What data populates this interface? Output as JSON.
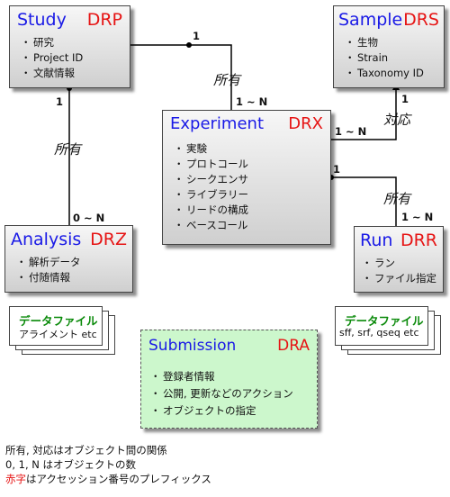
{
  "boxes": {
    "study": {
      "title": "Study",
      "prefix": "DRP",
      "items": [
        "研究",
        "Project ID",
        "文献情報"
      ]
    },
    "sample": {
      "title": "Sample",
      "prefix": "DRS",
      "items": [
        "生物",
        "Strain",
        "Taxonomy ID"
      ]
    },
    "experiment": {
      "title": "Experiment",
      "prefix": "DRX",
      "items": [
        "実験",
        "プロトコール",
        "シークエンサ",
        "ライブラリー",
        "リードの構成",
        "ベースコール"
      ]
    },
    "analysis": {
      "title": "Analysis",
      "prefix": "DRZ",
      "items": [
        "解析データ",
        "付随情報"
      ]
    },
    "run": {
      "title": "Run",
      "prefix": "DRR",
      "items": [
        "ラン",
        "ファイル指定"
      ]
    },
    "submission": {
      "title": "Submission",
      "prefix": "DRA",
      "items": [
        "登録者情報",
        "公開, 更新などのアクション",
        "オブジェクトの指定"
      ]
    }
  },
  "data_files": {
    "analysis": {
      "title": "データファイル",
      "sub": "アライメント etc"
    },
    "run": {
      "title": "データファイル",
      "sub": "sff, srf, qseq etc"
    }
  },
  "relations": {
    "study_experiment": {
      "label": "所有",
      "from": "1",
      "to": "1 ~ N"
    },
    "study_analysis": {
      "label": "所有",
      "from": "1",
      "to": "0 ~ N"
    },
    "experiment_sample": {
      "label": "対応",
      "from": "1 ~ N",
      "to": "1"
    },
    "experiment_run": {
      "label": "所有",
      "from": "1",
      "to": "1 ~ N"
    }
  },
  "legend": {
    "line1": "所有, 対応はオブジェクト間の関係",
    "line2": "0, 1, N はオブジェクトの数",
    "line3_red": "赤字",
    "line3_rest": "はアクセッション番号のプレフィックス"
  }
}
